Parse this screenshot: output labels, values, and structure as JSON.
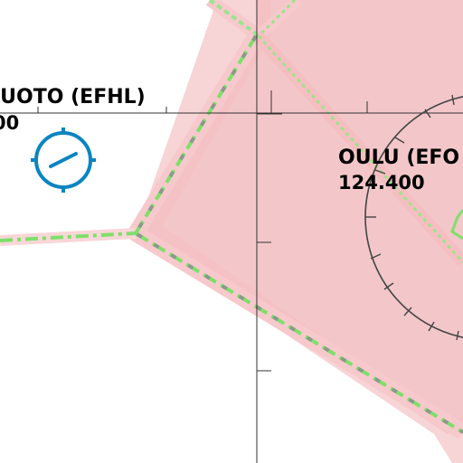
{
  "map": {
    "airspaces": [
      {
        "id": "efhl",
        "name_label": "JUOTO (EFHL)",
        "frequency_label": "00"
      },
      {
        "id": "efou",
        "name_label": "OULU (EFO",
        "frequency_label": "124.400"
      }
    ],
    "colors": {
      "zone_fill": "#f4c2c4",
      "zone_edge": "#f0a9ad",
      "boundary_dash_green": "#7ee06a",
      "boundary_dash_gray": "#8a9a8a",
      "aerodrome_icon": "#0b84c1",
      "grid_line": "#333333",
      "compass_rose": "#444444"
    },
    "icons": {
      "aerodrome": "aerodrome-icon",
      "compass_rose": "compass-rose"
    }
  }
}
